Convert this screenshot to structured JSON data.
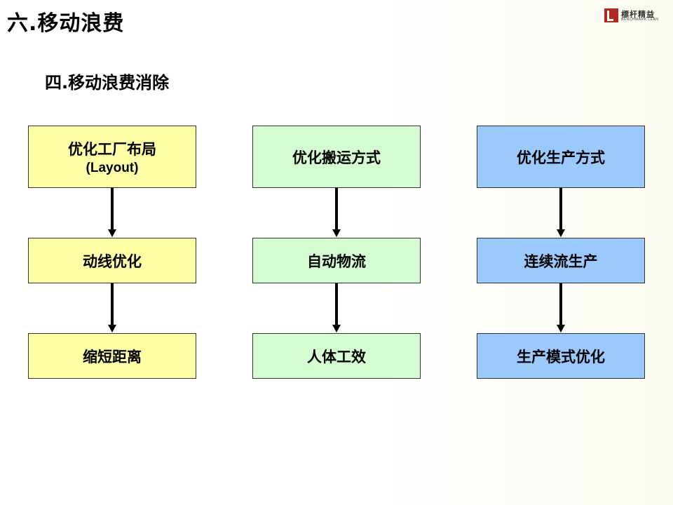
{
  "slide": {
    "title": "六.移动浪费",
    "subtitle": "四.移动浪费消除"
  },
  "logo": {
    "cn": "標杆精益",
    "en": "BENCHMARK LEAN",
    "color": "#b02a22"
  },
  "columns": [
    {
      "color": "#ffffa6",
      "boxes": [
        {
          "line1": "优化工厂布局",
          "line2": "(Layout)"
        },
        {
          "line1": "动线优化"
        },
        {
          "line1": "缩短距离"
        }
      ]
    },
    {
      "color": "#d4fdd1",
      "boxes": [
        {
          "line1": "优化搬运方式"
        },
        {
          "line1": "自动物流"
        },
        {
          "line1": "人体工效"
        }
      ]
    },
    {
      "color": "#9cc9fc",
      "boxes": [
        {
          "line1": "优化生产方式"
        },
        {
          "line1": "连续流生产"
        },
        {
          "line1": "生产模式优化"
        }
      ]
    }
  ]
}
